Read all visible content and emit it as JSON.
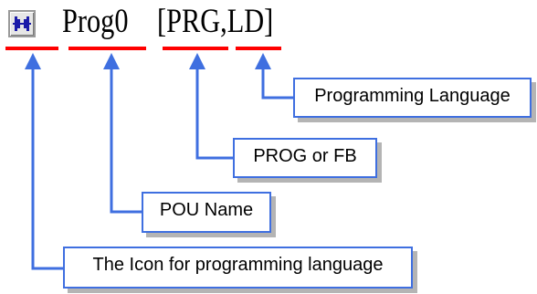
{
  "header": {
    "pou_name": "Prog0",
    "type_and_language": "[PRG,LD]",
    "icon": "ld-program-icon"
  },
  "callouts": {
    "programming_language": "Programming Language",
    "prog_or_fb": "PROG or FB",
    "pou_name": "POU Name",
    "icon_description": "The Icon for programming language"
  },
  "colors": {
    "underline": "#ff0000",
    "connector": "#3f6fe0",
    "callout_border": "#3f6fe0",
    "callout_shadow": "#b4b4b4",
    "icon_glyph": "#1a1aa8"
  }
}
